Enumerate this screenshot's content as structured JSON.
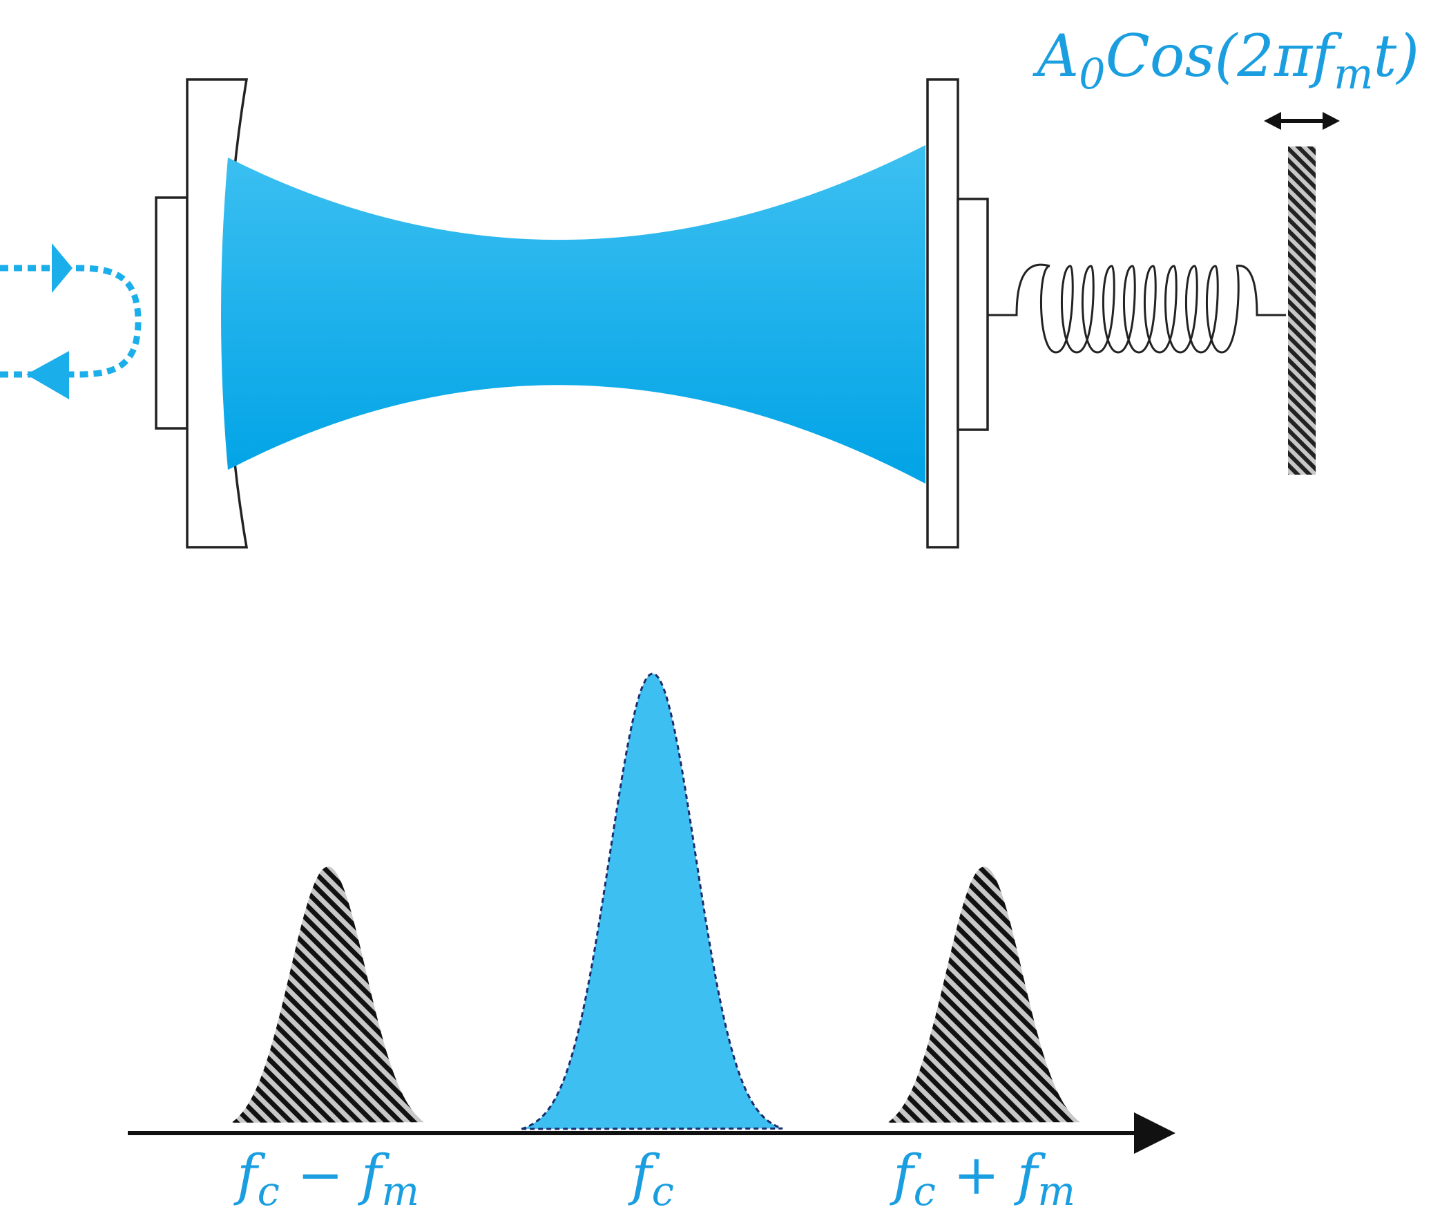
{
  "colors": {
    "beam": "#1aaeea",
    "beam_light": "#3dc0f1",
    "beam_dark": "#00a3e6",
    "peak_outline": "#1f2a6b",
    "hatch_dark": "#111111",
    "hatch_light": "#c8c8c8",
    "outline": "#222222",
    "label": "#1a9ee0"
  },
  "modulation": {
    "amplitude": "A",
    "amplitude_sub": "0",
    "function": "Cos",
    "open": "(2π",
    "freq": "f",
    "freq_sub": "m",
    "close": "t)"
  },
  "spectrum": {
    "peaks": [
      {
        "name": "lower-sideband",
        "base": "f",
        "base_sub": "c",
        "op": " − ",
        "shift": "f",
        "shift_sub": "m",
        "relative_height": 0.58,
        "fill": "hatched"
      },
      {
        "name": "carrier",
        "base": "f",
        "base_sub": "c",
        "op": "",
        "shift": "",
        "shift_sub": "",
        "relative_height": 1.0,
        "fill": "blue"
      },
      {
        "name": "upper-sideband",
        "base": "f",
        "base_sub": "c",
        "op": " + ",
        "shift": "f",
        "shift_sub": "m",
        "relative_height": 0.58,
        "fill": "hatched"
      }
    ]
  },
  "icons": [
    "curved-mirror-icon",
    "flat-mirror-icon",
    "spring-icon",
    "vibrating-wall-icon",
    "double-arrow-icon",
    "input-output-beam-icon"
  ]
}
